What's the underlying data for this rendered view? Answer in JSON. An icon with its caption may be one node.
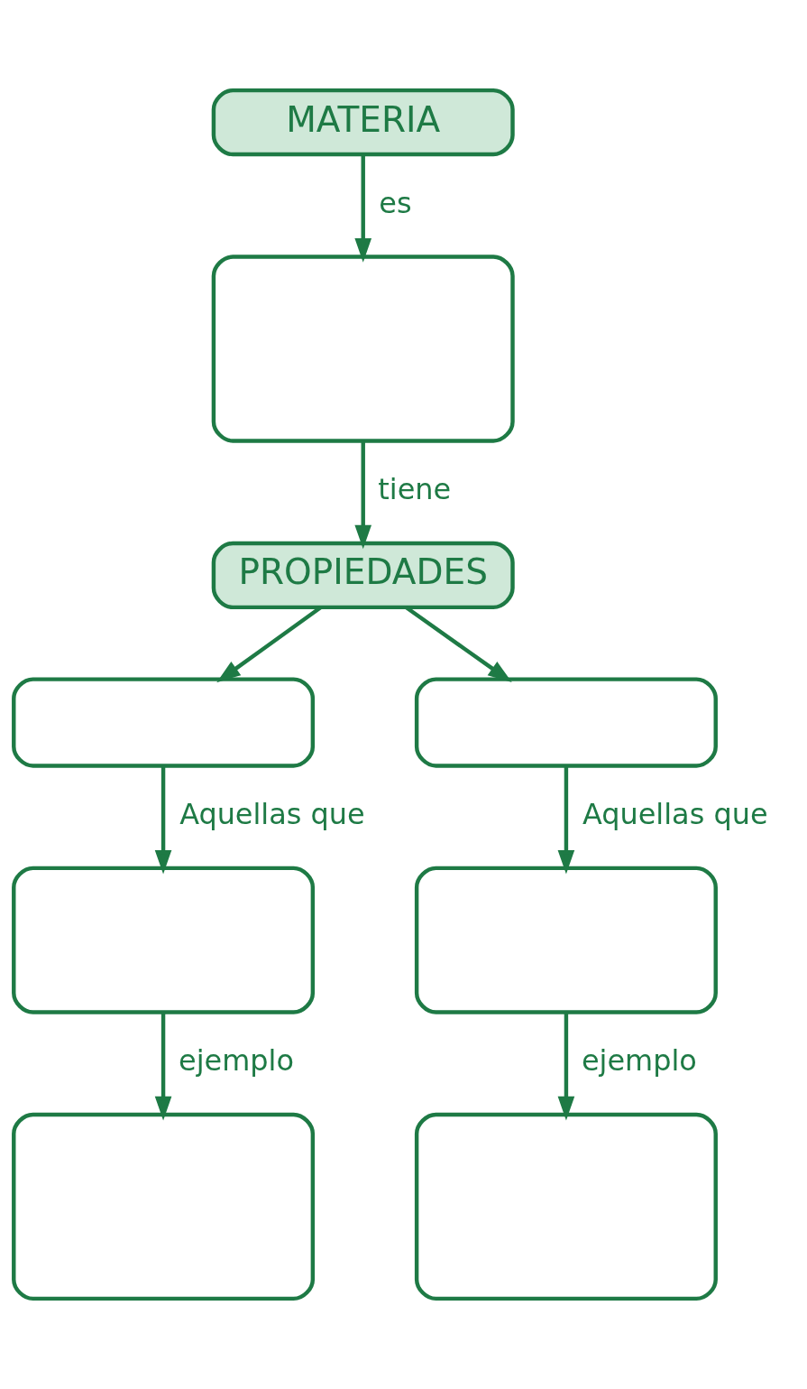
{
  "diagram": {
    "nodes": [
      {
        "text": [
          "MATERIA"
        ]
      },
      {
        "text": [],
        "shape": "box"
      },
      {
        "text": [
          "PROPIEDADES"
        ]
      },
      {
        "text": [],
        "shape": "box"
      },
      {
        "text": [],
        "shape": "box"
      },
      {
        "text": [],
        "shape": "box"
      },
      {
        "text": [],
        "shape": "box"
      },
      {
        "text": [],
        "shape": "box"
      },
      {
        "text": [],
        "shape": "box"
      }
    ],
    "edges": [
      {
        "from": 0,
        "to": 1,
        "arrow": "to",
        "label": "es"
      },
      {
        "from": 1,
        "to": 2,
        "arrow": "to",
        "label": "tiene"
      },
      {
        "from": 2,
        "to": 3,
        "arrow": "to"
      },
      {
        "from": 2,
        "to": 4,
        "arrow": "to"
      },
      {
        "from": 3,
        "to": 5,
        "arrow": "to",
        "label": "Aquellas que"
      },
      {
        "from": 4,
        "to": 6,
        "arrow": "to",
        "label": "Aquellas que"
      },
      {
        "from": 5,
        "to": 7,
        "arrow": "to",
        "label": "ejemplo"
      },
      {
        "from": 6,
        "to": 8,
        "arrow": "to",
        "label": "ejemplo"
      }
    ]
  }
}
